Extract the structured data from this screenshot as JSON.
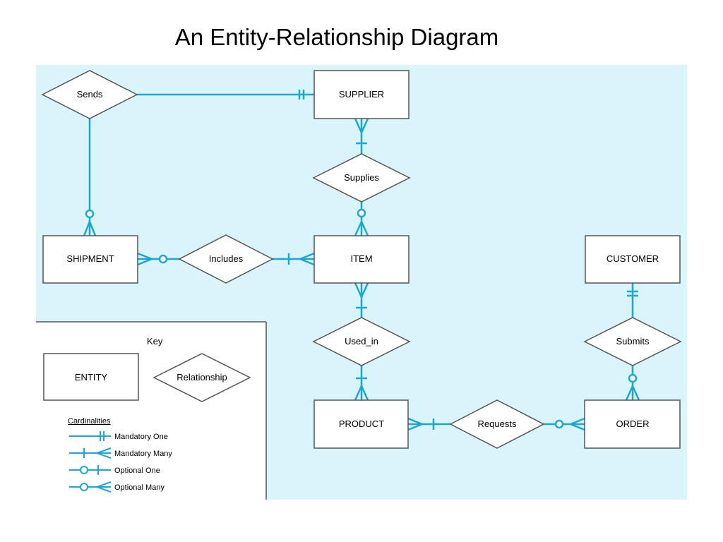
{
  "slide": {
    "title": "An Entity-Relationship Diagram"
  },
  "colors": {
    "canvas": "#d9f5fb",
    "line": "#1fa6cf",
    "box_stroke": "#555555",
    "box_fill": "#ffffff"
  },
  "entities": {
    "supplier": "SUPPLIER",
    "shipment": "SHIPMENT",
    "item": "ITEM",
    "customer": "CUSTOMER",
    "product": "PRODUCT",
    "order": "ORDER"
  },
  "relationships": {
    "sends": "Sends",
    "supplies": "Supplies",
    "includes": "Includes",
    "used_in": "Used_in",
    "submits": "Submits",
    "requests": "Requests"
  },
  "key": {
    "title": "Key",
    "entity_label": "ENTITY",
    "relationship_label": "Relationship",
    "cardinalities_title": "Cardinalities",
    "mandatory_one": "Mandatory One",
    "mandatory_many": "Mandatory Many",
    "optional_one": "Optional One",
    "optional_many": "Optional Many"
  }
}
